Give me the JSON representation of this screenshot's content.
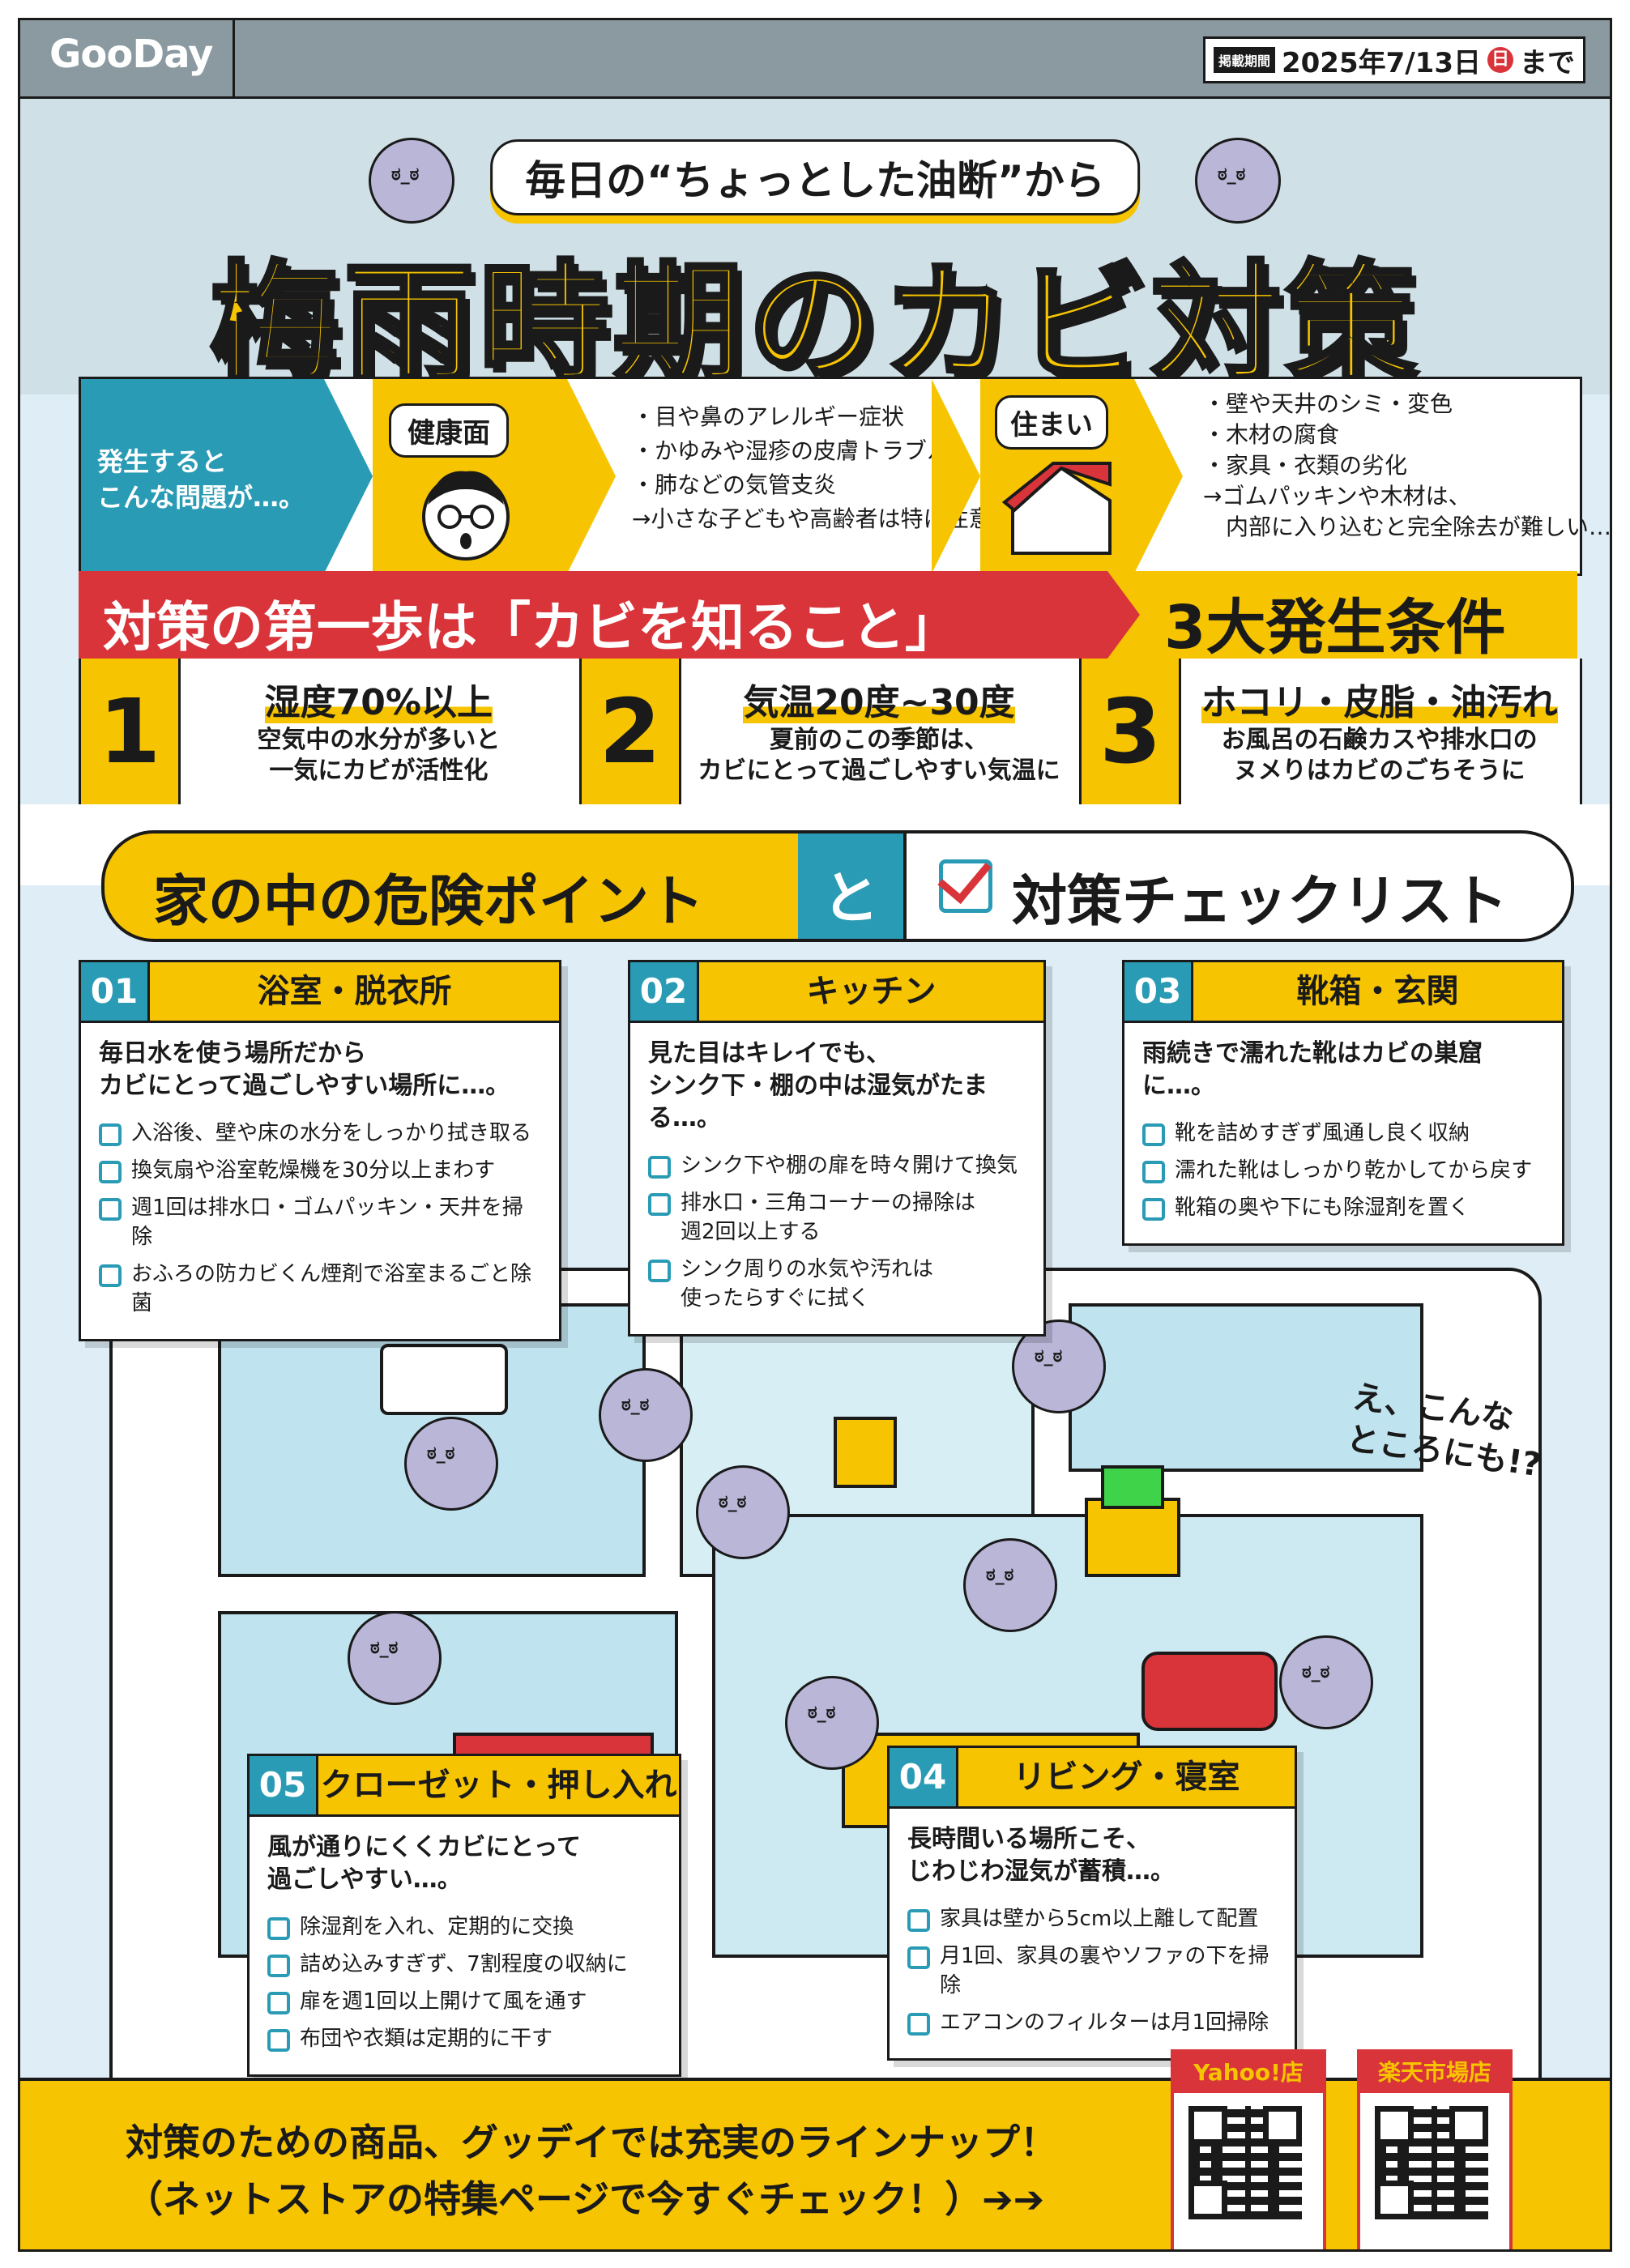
{
  "brand": {
    "logo": "GooDay"
  },
  "period": {
    "tag": "掲載期間",
    "date": "2025年7/13日",
    "day": "日",
    "suffix": "まで"
  },
  "hero": {
    "subtitle": "毎日の“ちょっとした油断”から",
    "title": "梅雨時期のカビ対策"
  },
  "problems": {
    "intro": "発生すると\nこんな問題が…。",
    "health": {
      "label": "健康面",
      "items": [
        "・目や鼻のアレルギー症状",
        "・かゆみや湿疹の皮膚トラブル",
        "・肺などの気管支炎",
        "→小さな子どもや高齢者は特に注意！"
      ]
    },
    "home": {
      "label": "住まい",
      "items": [
        "・壁や天井のシミ・変色",
        "・木材の腐食",
        "・家具・衣類の劣化",
        "→ゴムパッキンや木材は、",
        "　内部に入り込むと完全除去が難しい…。"
      ]
    }
  },
  "first_step": "対策の第一歩は「カビを知ること」",
  "conditions_title": "3大発生条件",
  "conditions": [
    {
      "num": "1",
      "title": "湿度70%以上",
      "desc1": "空気中の水分が多いと",
      "desc2": "一気にカビが活性化"
    },
    {
      "num": "2",
      "title": "気温20度~30度",
      "desc1": "夏前のこの季節は、",
      "desc2": "カビにとって過ごしやすい気温に"
    },
    {
      "num": "3",
      "title": "ホコリ・皮脂・油汚れ",
      "desc1": "お風呂の石鹸カスや排水口の",
      "desc2": "ヌメりはカビのごちそうに"
    }
  ],
  "section": {
    "left": "家の中の危険ポイント",
    "mid": "と",
    "right": "対策チェックリスト"
  },
  "cards": {
    "c1": {
      "num": "01",
      "name": "浴室・脱衣所",
      "lead": "毎日水を使う場所だから\nカビにとって過ごしやすい場所に…。",
      "items": [
        "入浴後、壁や床の水分をしっかり拭き取る",
        "換気扇や浴室乾燥機を30分以上まわす",
        "週1回は排水口・ゴムパッキン・天井を掃除",
        "おふろの防カビくん煙剤で浴室まるごと除菌"
      ]
    },
    "c2": {
      "num": "02",
      "name": "キッチン",
      "lead": "見た目はキレイでも、\nシンク下・棚の中は湿気がたまる…。",
      "items": [
        "シンク下や棚の扉を時々開けて換気",
        "排水口・三角コーナーの掃除は\n週2回以上する",
        "シンク周りの水気や汚れは\n使ったらすぐに拭く"
      ]
    },
    "c3": {
      "num": "03",
      "name": "靴箱・玄関",
      "lead": "雨続きで濡れた靴はカビの巣窟に…。",
      "items": [
        "靴を詰めすぎず風通し良く収納",
        "濡れた靴はしっかり乾かしてから戻す",
        "靴箱の奥や下にも除湿剤を置く"
      ]
    },
    "c4": {
      "num": "04",
      "name": "リビング・寝室",
      "lead": "長時間いる場所こそ、\nじわじわ湿気が蓄積…。",
      "items": [
        "家具は壁から5cm以上離して配置",
        "月1回、家具の裏やソファの下を掃除",
        "エアコンのフィルターは月1回掃除"
      ]
    },
    "c5": {
      "num": "05",
      "name": "クローゼット・押し入れ",
      "lead": "風が通りにくくカビにとって\n過ごしやすい…。",
      "items": [
        "除湿剤を入れ、定期的に交換",
        "詰め込みすぎず、7割程度の収納に",
        "扉を週1回以上開けて風を通す",
        "布団や衣類は定期的に干す"
      ]
    }
  },
  "exclaim": "え、こんな\nところにも!?",
  "bottom": {
    "line1": "対策のための商品、グッデイでは充実のラインナップ！",
    "line2": "（ネットストアの特集ページで今すぐチェック！）➔➔"
  },
  "stores": [
    {
      "label": "Yahoo!店"
    },
    {
      "label": "楽天市場店"
    }
  ],
  "colors": {
    "yellow": "#f6c400",
    "teal": "#2a9bb5",
    "red": "#d9343a",
    "ink": "#1a1a1a",
    "sky": "#dfeef6"
  }
}
